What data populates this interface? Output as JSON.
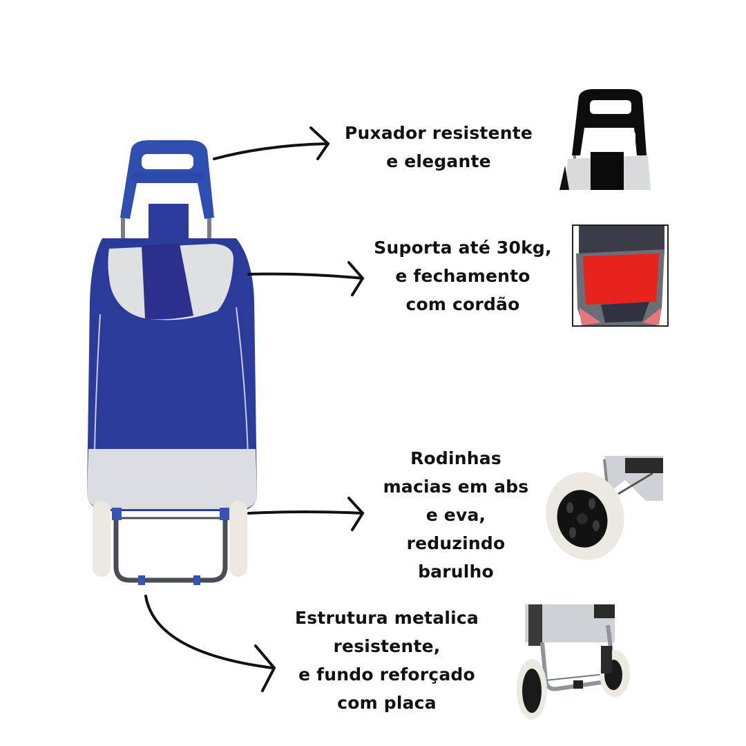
{
  "product": {
    "name": "shopping-trolley-bag",
    "colors": {
      "bag_blue": "#2a3b9a",
      "flap_blue": "#2c2f8c",
      "handle_blue": "#2f4fb0",
      "light_gray": "#dfe0e2",
      "frame_gray": "#4a4d52",
      "wheel_white": "#ece9e2"
    }
  },
  "features": [
    {
      "id": "handle",
      "lines": [
        "Puxador resistente",
        "e elegante"
      ],
      "thumbnail": "black-handle-closeup"
    },
    {
      "id": "capacity",
      "lines": [
        "Suporta até 30kg,",
        "e fechamento",
        "com cordão"
      ],
      "thumbnail": "red-lined-interior-closeup"
    },
    {
      "id": "wheels",
      "lines": [
        "Rodinhas",
        "macias em abs",
        "e eva,",
        "reduzindo",
        "barulho"
      ],
      "thumbnail": "white-wheel-closeup"
    },
    {
      "id": "frame",
      "lines": [
        "Estrutura metalica",
        "resistente,",
        "e fundo reforçado",
        "com placa"
      ],
      "thumbnail": "metal-frame-wheels-closeup"
    }
  ]
}
